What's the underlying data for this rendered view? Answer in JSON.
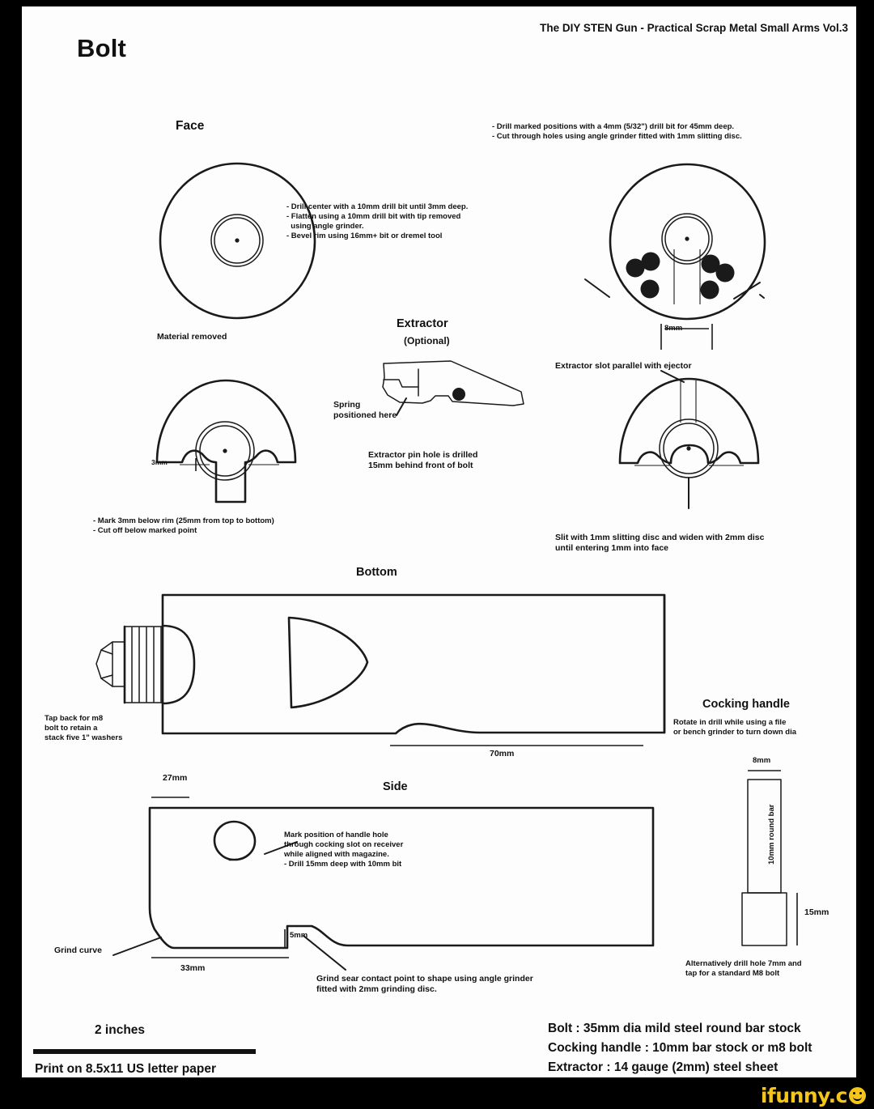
{
  "document": {
    "header_right": "The DIY STEN Gun - Practical Scrap Metal Small Arms Vol.3",
    "title": "Bolt"
  },
  "sections": {
    "face": {
      "label": "Face",
      "material_removed_caption": "Material removed",
      "drill_notes": "- Drill center with a 10mm drill bit until 3mm deep.\n- Flatten using a 10mm drill bit with tip removed\n  using angle grinder.\n- Bevel rim using 16mm+ bit or dremel tool",
      "ejector_notes": "- Drill marked positions with a 4mm (5/32\") drill bit for 45mm deep.\n- Cut through holes using angle grinder fitted with 1mm slitting disc.",
      "hole_dim": "8mm",
      "rim_dim": "3mm",
      "mark_notes": "- Mark 3mm below rim (25mm from top to bottom)\n- Cut off below marked point",
      "extractor_slot_note": "Extractor slot parallel with ejector",
      "slit_note": "Slit with 1mm slitting disc and widen with 2mm disc\nuntil entering 1mm into face"
    },
    "extractor": {
      "label": "Extractor",
      "optional": "(Optional)",
      "spring_note": "Spring\npositioned here",
      "pin_note": "Extractor pin hole is drilled\n15mm behind front of bolt"
    },
    "bottom": {
      "label": "Bottom",
      "tap_note": "Tap back for m8\nbolt to retain a\nstack five 1\" washers",
      "dim_70mm": "70mm"
    },
    "side": {
      "label": "Side",
      "handle_note": "Mark position of handle hole\nthrough cocking slot on receiver\nwhile aligned with magazine.\n- Drill 15mm deep with 10mm bit",
      "grind_curve": "Grind curve",
      "dim_27mm": "27mm",
      "dim_33mm": "33mm",
      "dim_5mm": "5mm",
      "sear_note": "Grind sear contact point to shape using angle grinder\nfitted with 2mm grinding disc."
    },
    "cocking_handle": {
      "label": "Cocking handle",
      "note": "Rotate in drill while using a file\nor bench grinder to turn down dia",
      "dim_8mm": "8mm",
      "bar_label": "10mm round bar",
      "dim_15mm": "15mm",
      "alt_note": "Alternatively drill hole 7mm and\ntap for a standard M8 bolt"
    }
  },
  "footer": {
    "scale_label": "2 inches",
    "print_note": "Print on 8.5x11 US letter paper",
    "spec_bolt": "Bolt : 35mm dia mild steel round bar stock",
    "spec_handle": "Cocking handle : 10mm bar stock or m8 bolt",
    "spec_extractor": "Extractor : 14 gauge (2mm) steel sheet"
  },
  "watermark": {
    "text": "ifunny.c"
  },
  "colors": {
    "page": "#fdfdfd",
    "ink": "#1a1a1a",
    "matte": "#000000",
    "watermark": "#f5c518"
  }
}
